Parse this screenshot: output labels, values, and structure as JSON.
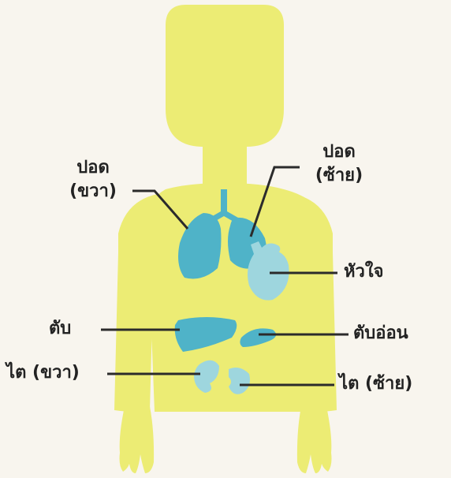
{
  "colors": {
    "background": "#f8f5ee",
    "body": "#ecec74",
    "organ_primary": "#4fb3c8",
    "organ_light": "#9ed6de",
    "leader_line": "#2b2b2b",
    "text": "#222222"
  },
  "labels": {
    "lung_right": {
      "line1": "ปอด",
      "line2": "(ขวา)"
    },
    "lung_left": {
      "line1": "ปอด",
      "line2": "(ซ้าย)"
    },
    "heart": "หัวใจ",
    "liver": "ตับ",
    "pancreas": "ตับอ่อน",
    "kidney_right": "ไต (ขวา)",
    "kidney_left": "ไต (ซ้าย)"
  }
}
